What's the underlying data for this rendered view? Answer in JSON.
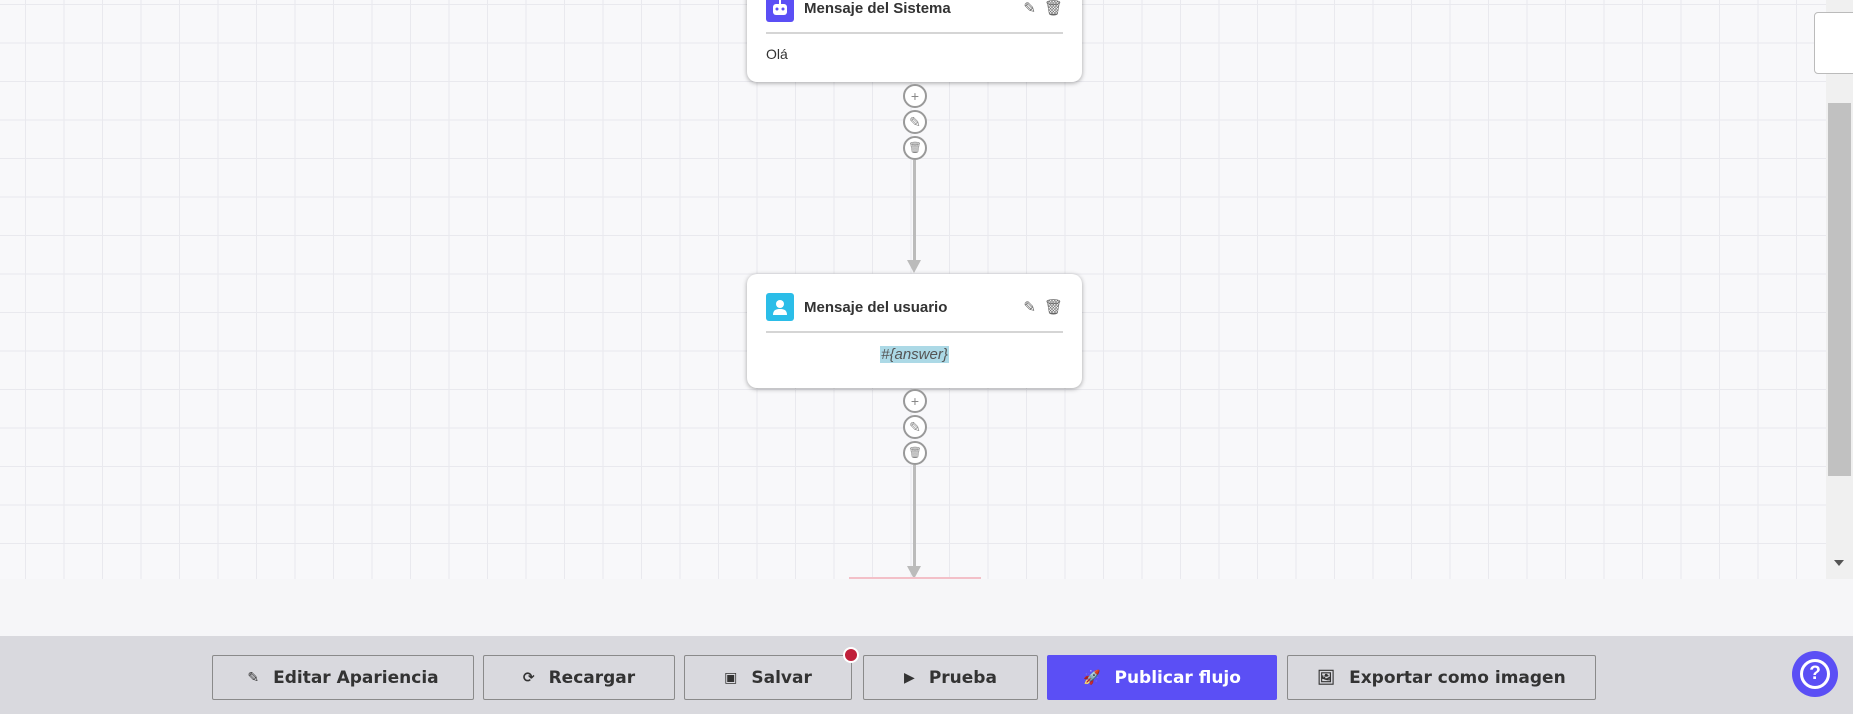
{
  "nodes": [
    {
      "type": "system",
      "title": "Mensaje del Sistema",
      "content": "Olá",
      "icon": "robot-icon",
      "icon_color": "#5b4ff5"
    },
    {
      "type": "user",
      "title": "Mensaje del usuario",
      "content": "#{answer}",
      "icon": "user-icon",
      "icon_color": "#2bbde8"
    }
  ],
  "node_actions": {
    "add": "+",
    "edit": "✎",
    "delete": "🗑"
  },
  "toolbar": {
    "edit_appearance": "Editar Apariencia",
    "reload": "Recargar",
    "save": "Salvar",
    "test": "Prueba",
    "publish": "Publicar flujo",
    "export": "Exportar como imagen"
  },
  "colors": {
    "primary": "#5b4ff5",
    "unsaved_dot": "#c0203a"
  },
  "help": "?"
}
